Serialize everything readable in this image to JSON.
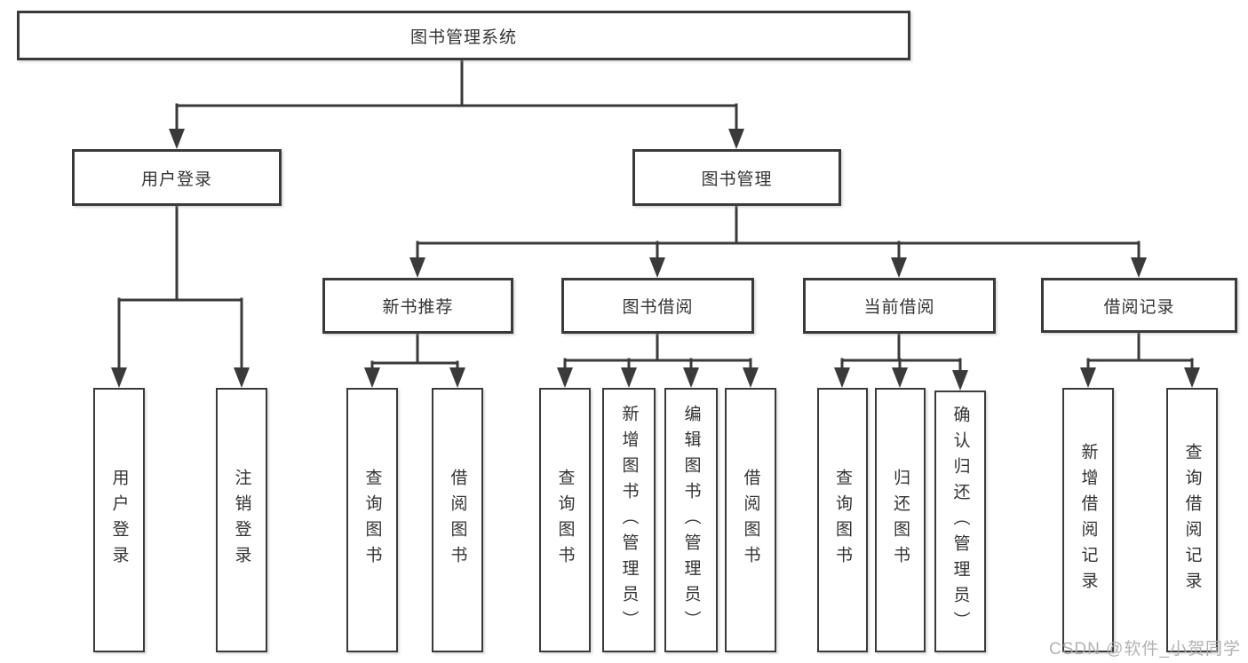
{
  "tree": {
    "root": {
      "label": "图书管理系统"
    },
    "user_login": {
      "label": "用户登录",
      "children": [
        {
          "label": "用户登录"
        },
        {
          "label": "注销登录"
        }
      ]
    },
    "book_mgmt": {
      "label": "图书管理",
      "children": [
        {
          "label": "新书推荐",
          "children": [
            {
              "label": "查询图书"
            },
            {
              "label": "借阅图书"
            }
          ]
        },
        {
          "label": "图书借阅",
          "children": [
            {
              "label": "查询图书"
            },
            {
              "label": "新增图书（管理员）"
            },
            {
              "label": "编辑图书（管理员）"
            },
            {
              "label": "借阅图书"
            }
          ]
        },
        {
          "label": "当前借阅",
          "children": [
            {
              "label": "查询图书"
            },
            {
              "label": "归还图书"
            },
            {
              "label": "确认归还（管理员）"
            }
          ]
        },
        {
          "label": "借阅记录",
          "children": [
            {
              "label": "新增借阅记录"
            },
            {
              "label": "查询借阅记录"
            }
          ]
        }
      ]
    }
  },
  "watermark": {
    "text": "CSDN @软件_小贺同学"
  },
  "colors": {
    "line": "#3a3a3a",
    "text": "#333333",
    "watermark": "#a8a8a8",
    "background": "#ffffff"
  }
}
